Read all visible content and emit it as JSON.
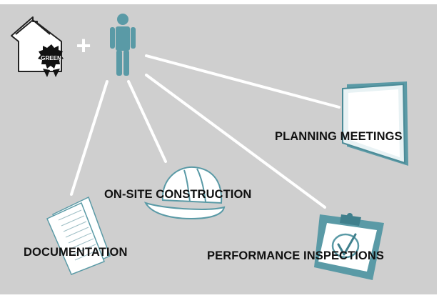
{
  "badge": {
    "text": "GREEN"
  },
  "plus": "+",
  "labels": {
    "planning": "PLANNING MEETINGS",
    "onsite": "ON-SITE CONSTRUCTION",
    "documentation": "DOCUMENTATION",
    "performance": "PERFORMANCE INSPECTIONS"
  },
  "colors": {
    "background": "#cfcfcf",
    "accent": "#5a9aa6",
    "accent_dark": "#3f7f8c",
    "line": "#ffffff"
  }
}
